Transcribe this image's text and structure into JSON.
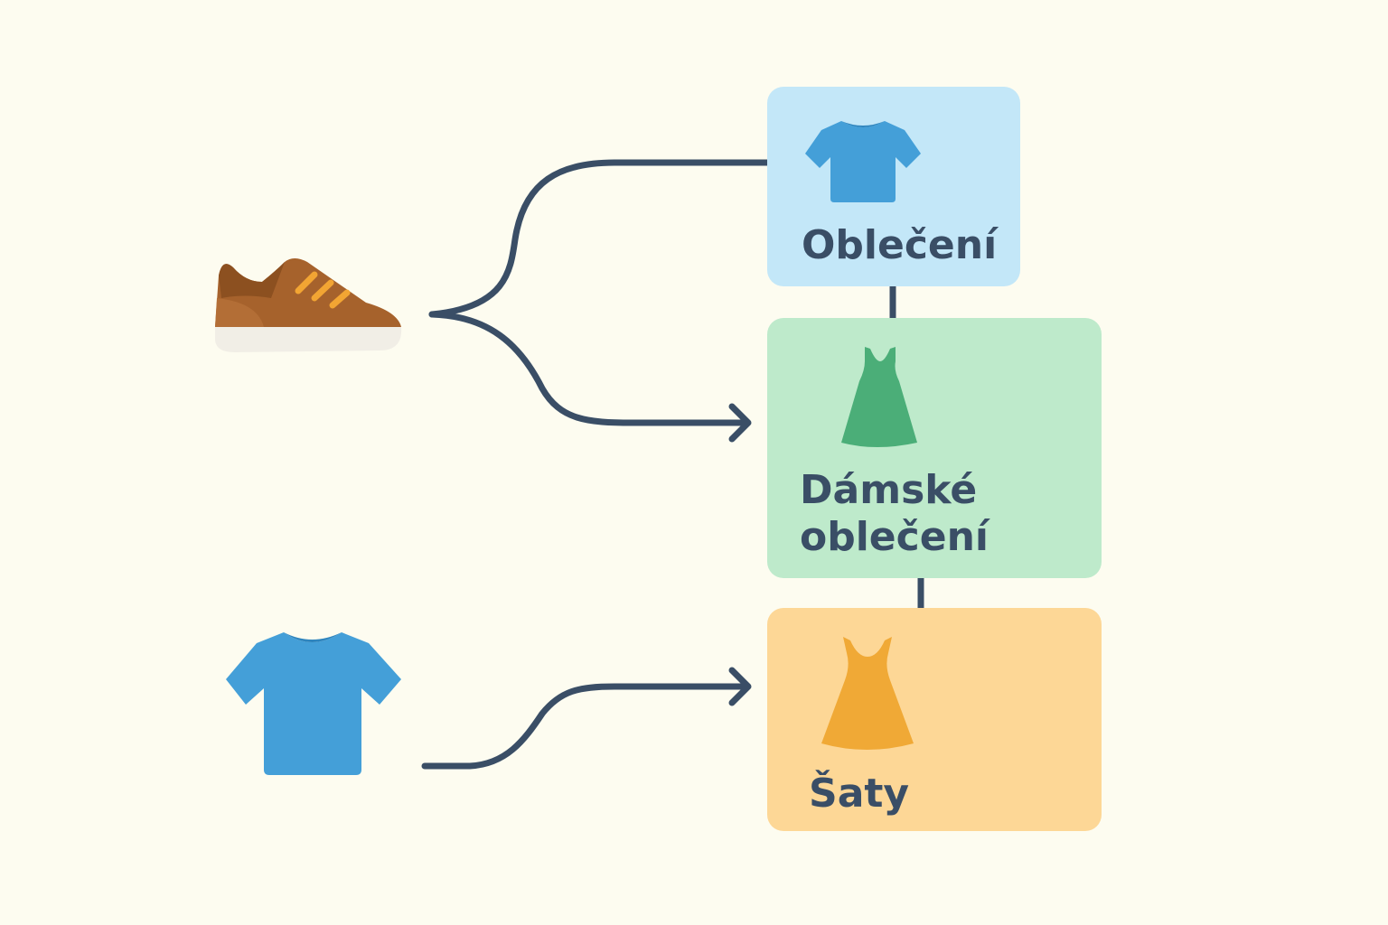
{
  "diagram": {
    "nodes": {
      "obleceni": {
        "label": "Oblečení",
        "color": "#C3E7F8",
        "icon": "t-shirt-icon"
      },
      "damske": {
        "label": "Dámské\noblečení",
        "color": "#BEEACB",
        "icon": "dress-icon"
      },
      "saty": {
        "label": "Šaty",
        "color": "#FDD796",
        "icon": "dress-icon"
      }
    },
    "sources": [
      {
        "id": "shoe",
        "icon": "sneaker-icon"
      },
      {
        "id": "tshirt",
        "icon": "t-shirt-icon"
      }
    ],
    "edge_color": "#3A4E66"
  }
}
